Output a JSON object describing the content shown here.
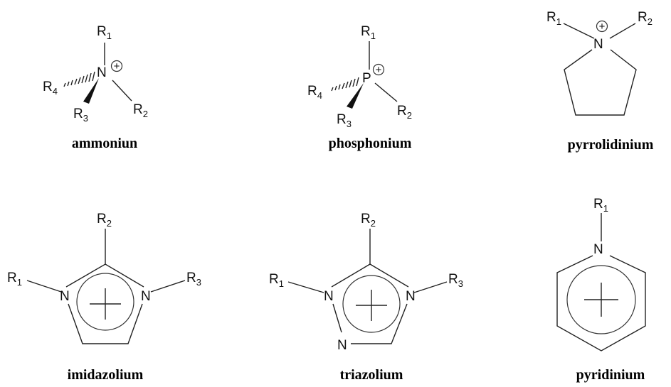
{
  "structures": [
    {
      "caption": "ammoniun",
      "center_atom": "N",
      "substituents": [
        "R1",
        "R2",
        "R3",
        "R4"
      ],
      "charge": "+"
    },
    {
      "caption": "phosphonium",
      "center_atom": "P",
      "substituents": [
        "R1",
        "R2",
        "R3",
        "R4"
      ],
      "charge": "+"
    },
    {
      "caption": "pyrrolidinium",
      "ring_atom": "N",
      "substituents": [
        "R1",
        "R2"
      ],
      "charge": "+"
    },
    {
      "caption": "imidazolium",
      "ring_atoms": [
        "N",
        "N"
      ],
      "substituents": [
        "R1",
        "R2",
        "R3"
      ],
      "charge": "+"
    },
    {
      "caption": "triazolium",
      "ring_atoms": [
        "N",
        "N",
        "N"
      ],
      "substituents": [
        "R1",
        "R2",
        "R3"
      ],
      "charge": "+"
    },
    {
      "caption": "pyridinium",
      "ring_atom": "N",
      "substituents": [
        "R1"
      ],
      "charge": "+"
    }
  ]
}
